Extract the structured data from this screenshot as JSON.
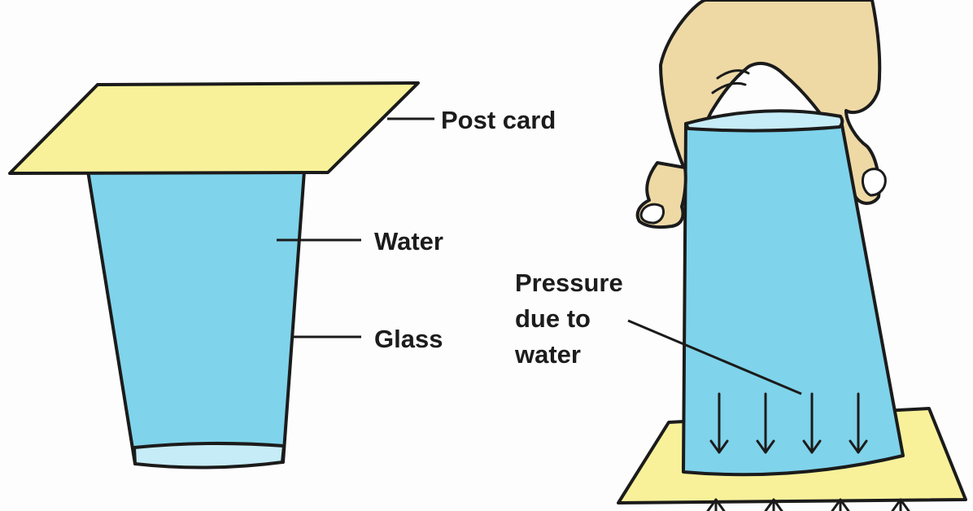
{
  "labels": {
    "post_card": "Post card",
    "water": "Water",
    "glass": "Glass",
    "pressure_line1": "Pressure",
    "pressure_line2": "due to",
    "pressure_line3": "water"
  },
  "colors": {
    "card": "#f8f19a",
    "water": "#7fd3ea",
    "water_bottom": "#c6ecf7",
    "hand": "#eed9a5",
    "outline": "#1b1b1b"
  },
  "icons": {
    "down_arrows": "arrow-down-icon",
    "up_arrows": "arrow-up-icon",
    "hand": "hand-icon"
  }
}
